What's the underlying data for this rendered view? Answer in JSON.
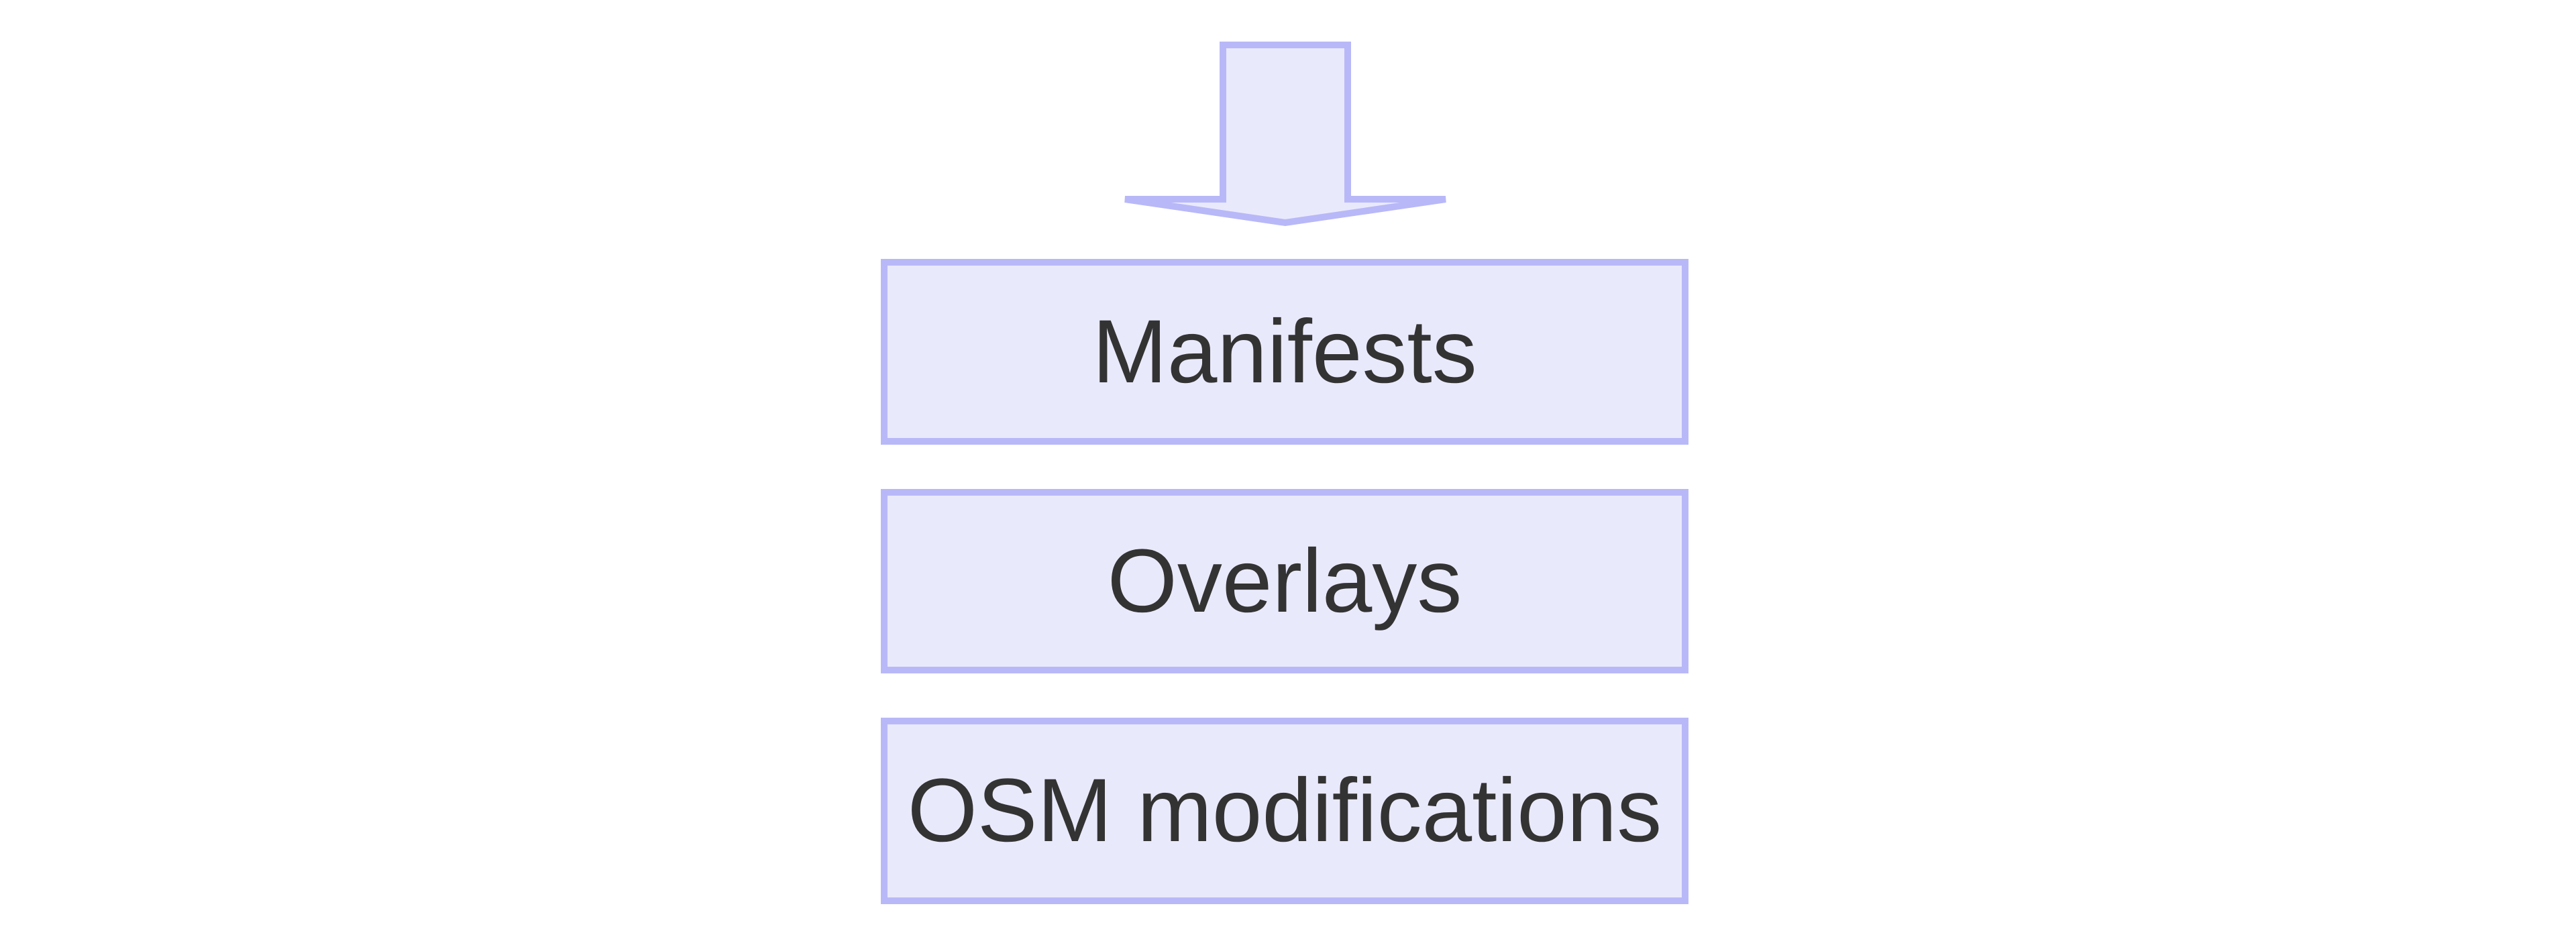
{
  "diagram": {
    "type": "flow-stack",
    "colors": {
      "background": "#ffffff",
      "shape_fill": "#e9e9fc",
      "shape_border": "#b8b8f8",
      "text": "#333333"
    },
    "arrow": {
      "icon": "down-arrow-icon",
      "direction": "down"
    },
    "boxes": [
      {
        "label": "Manifests"
      },
      {
        "label": "Overlays"
      },
      {
        "label": "OSM modifications"
      }
    ]
  }
}
